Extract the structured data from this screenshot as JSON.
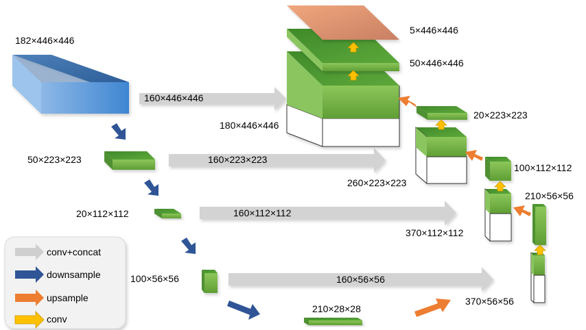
{
  "labels": {
    "input": "182×446×446",
    "enc1": "50×223×223",
    "enc2": "20×112×112",
    "enc3": "100×56×56",
    "bottleneck": "210×28×28",
    "skip1": "160×446×446",
    "skip2": "160×223×223",
    "skip3": "160×112×112",
    "skip4": "160×56×56",
    "dec1_concat": "180×446×446",
    "dec1_mid": "50×446×446",
    "output": "5×446×446",
    "dec2_small": "20×223×223",
    "dec2_concat": "260×223×223",
    "dec3_small": "100×112×112",
    "dec3_concat": "370×112×112",
    "dec4_small": "210×56×56",
    "dec4_concat": "370×56×56"
  },
  "legend": {
    "items": [
      {
        "label": "conv+concat",
        "icon": "gray-arrow-icon",
        "color": "#cfcfcf"
      },
      {
        "label": "downsample",
        "icon": "blue-arrow-icon",
        "color": "#2f5597"
      },
      {
        "label": "upsample",
        "icon": "orange-arrow-icon",
        "color": "#ed7d31"
      },
      {
        "label": "conv",
        "icon": "yellow-arrow-icon",
        "color": "#ffc000"
      }
    ]
  },
  "colors": {
    "input_block": "#5b9bd5",
    "feature_block": "#70ad47",
    "output_block": "#e8997a",
    "skip_arrow": "#d0d0d0",
    "downsample_arrow": "#2f5597",
    "upsample_arrow": "#ed7d31",
    "conv_arrow": "#ffc000"
  }
}
